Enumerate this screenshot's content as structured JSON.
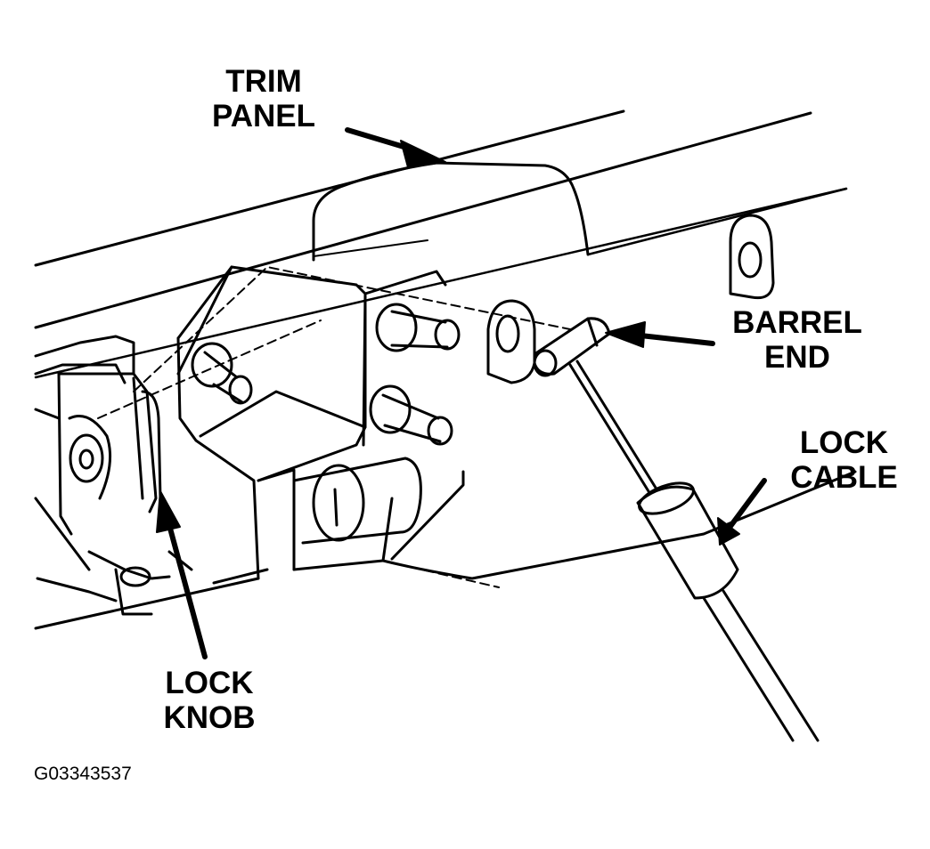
{
  "labels": {
    "trim_panel": [
      "TRIM",
      "PANEL"
    ],
    "barrel_end": [
      "BARREL",
      "END"
    ],
    "lock_cable": [
      "LOCK",
      "CABLE"
    ],
    "lock_knob": [
      "LOCK",
      "KNOB"
    ]
  },
  "figure_id": "G03343537",
  "colors": {
    "ink": "#000000",
    "background": "#ffffff"
  }
}
